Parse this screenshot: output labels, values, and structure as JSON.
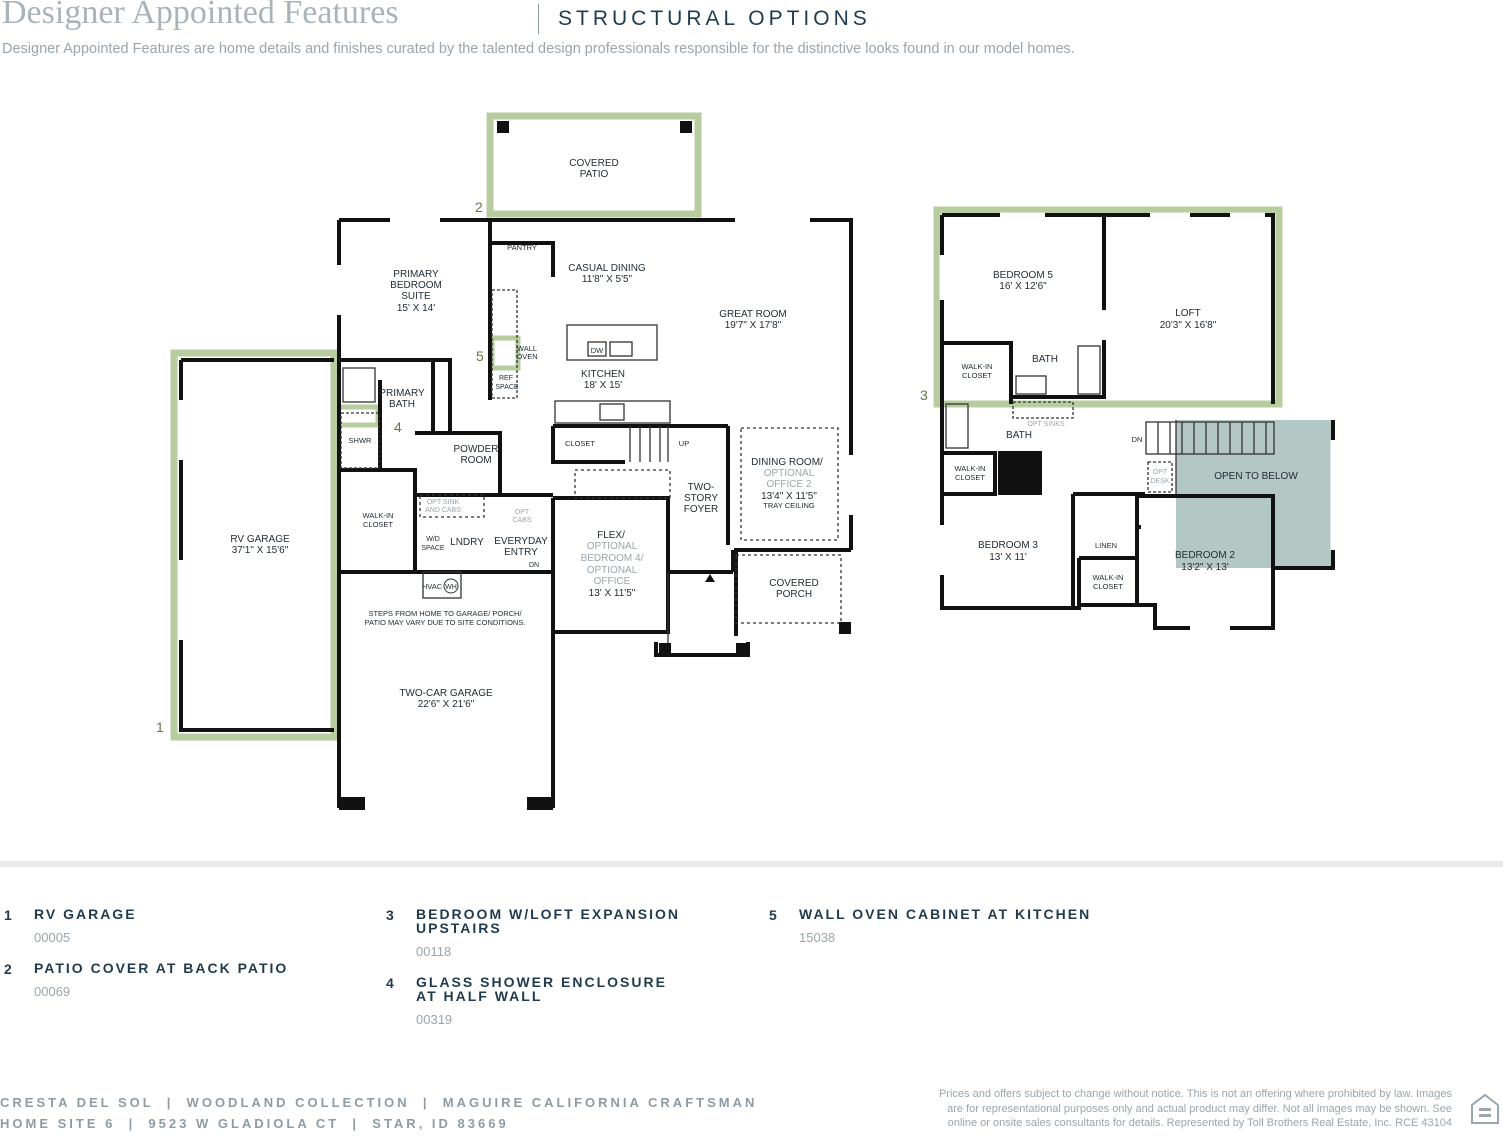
{
  "header": {
    "title": "Designer Appointed Features",
    "subtitle": "STRUCTURAL OPTIONS",
    "intro": "Designer Appointed Features are home details and finishes curated by the talented design professionals responsible for the distinctive looks found in our model homes."
  },
  "colors": {
    "highlight": "#b7cc9f",
    "wall": "#111111",
    "open_to_below": "#b3c7c4",
    "text_dark": "#1f3b4d",
    "text_muted": "#9aa5ad"
  },
  "plan": {
    "callouts": [
      "1",
      "2",
      "3",
      "4",
      "5"
    ],
    "first_floor": {
      "covered_patio": [
        "COVERED",
        "PATIO"
      ],
      "primary_bedroom": [
        "PRIMARY",
        "BEDROOM",
        "SUITE",
        "15' X 14'"
      ],
      "pantry": "PANTRY",
      "casual_dining": [
        "CASUAL DINING",
        "11'8\" X 5'5\""
      ],
      "great_room": [
        "GREAT ROOM",
        "19'7\" X 17'8\""
      ],
      "wall_oven": [
        "WALL",
        "OVEN"
      ],
      "dw": "DW",
      "kitchen": [
        "KITCHEN",
        "18' X 15'"
      ],
      "ref_space": [
        "REF",
        "SPACE"
      ],
      "primary_bath": [
        "PRIMARY",
        "BATH"
      ],
      "shwr": "SHWR",
      "closet": "CLOSET",
      "up": "UP",
      "powder_room": [
        "POWDER",
        "ROOM"
      ],
      "dining_room": [
        "DINING ROOM/",
        "OPTIONAL",
        "OFFICE 2",
        "13'4\" X 11'5\"",
        "TRAY CEILING"
      ],
      "two_story_foyer": [
        "TWO-",
        "STORY",
        "FOYER"
      ],
      "rv_garage": [
        "RV GARAGE",
        "37'1\" X 15'6\""
      ],
      "walk_in_closet": [
        "WALK-IN",
        "CLOSET"
      ],
      "opt_sink": [
        "OPT SINK",
        "AND CABS"
      ],
      "opt_cabs": [
        "OPT",
        "CABS"
      ],
      "wd_space": [
        "W/D",
        "SPACE"
      ],
      "lndry": "LNDRY",
      "everyday_entry": [
        "EVERYDAY",
        "ENTRY"
      ],
      "dn": "DN",
      "flex": [
        "FLEX/",
        "OPTIONAL",
        "BEDROOM 4/",
        "OPTIONAL",
        "OFFICE",
        "13' X 11'5\""
      ],
      "hvac": "HVAC",
      "wh": "WH",
      "steps_note": [
        "STEPS FROM HOME TO GARAGE/ PORCH/",
        "PATIO MAY VARY DUE TO SITE CONDITIONS."
      ],
      "covered_porch": [
        "COVERED",
        "PORCH"
      ],
      "two_car_garage": [
        "TWO-CAR GARAGE",
        "22'6\" X 21'6\""
      ]
    },
    "second_floor": {
      "bedroom5": [
        "BEDROOM 5",
        "16' X 12'6\""
      ],
      "loft": [
        "LOFT",
        "20'3\" X 16'8\""
      ],
      "walk_in_closet_a": [
        "WALK-IN",
        "CLOSET"
      ],
      "bath_upper": "BATH",
      "opt_sinks": "OPT SINKS",
      "bath_lower": "BATH",
      "dn": "DN",
      "opt_desk": [
        "OPT",
        "DESK"
      ],
      "open_to_below": "OPEN TO BELOW",
      "walk_in_closet_b": [
        "WALK-IN",
        "CLOSET"
      ],
      "bedroom3": [
        "BEDROOM 3",
        "13' X 11'"
      ],
      "linen": "LINEN",
      "walk_in_closet_c": [
        "WALK-IN",
        "CLOSET"
      ],
      "bedroom2": [
        "BEDROOM 2",
        "13'2\" X 13'"
      ]
    }
  },
  "options": [
    {
      "num": "1",
      "name": "RV GARAGE",
      "code": "00005"
    },
    {
      "num": "2",
      "name": "PATIO COVER AT BACK PATIO",
      "code": "00069"
    },
    {
      "num": "3",
      "name": "BEDROOM W/LOFT EXPANSION UPSTAIRS",
      "code": "00118"
    },
    {
      "num": "4",
      "name": "GLASS SHOWER ENCLOSURE AT HALF WALL",
      "code": "00319"
    },
    {
      "num": "5",
      "name": "WALL OVEN CABINET AT KITCHEN",
      "code": "15038"
    }
  ],
  "footer": {
    "line1": "CRESTA DEL SOL  |  WOODLAND COLLECTION  |  MAGUIRE CALIFORNIA CRAFTSMAN",
    "line2": "HOME SITE 6  |  9523 W GLADIOLA CT  |  STAR, ID 83669",
    "disclaimer": "Prices and offers subject to change without notice. This is not an offering where prohibited by law. Images are for representational purposes only and actual product may differ. Not all images may be shown. See online or onsite sales consultants for details. Represented by Toll Brothers Real Estate, Inc. RCE 43104",
    "equal_housing_icon": "equal-housing-icon"
  }
}
